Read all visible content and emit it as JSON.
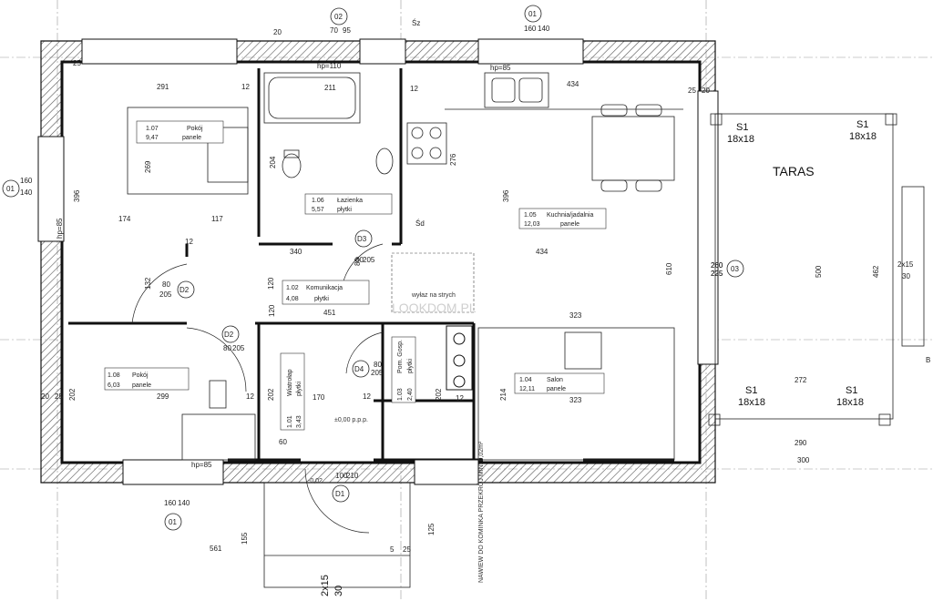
{
  "rooms": [
    {
      "id": "1.07",
      "name": "Pokój",
      "area": "9,47",
      "finish": "panele"
    },
    {
      "id": "1.06",
      "name": "Łazienka",
      "area": "5,57",
      "finish": "płytki"
    },
    {
      "id": "1.05",
      "name": "Kuchnia/jadalnia",
      "area": "12,03",
      "finish": "panele"
    },
    {
      "id": "1.02",
      "name": "Komunikacja",
      "area": "4,08",
      "finish": "płytki"
    },
    {
      "id": "1.08",
      "name": "Pokój",
      "area": "6,03",
      "finish": "panele"
    },
    {
      "id": "1.01",
      "name": "Wiatrołap",
      "area": "3,43",
      "finish": "płytki"
    },
    {
      "id": "1.03",
      "name": "Pom. Gosp.",
      "area": "2,40",
      "finish": "płytki"
    },
    {
      "id": "1.04",
      "name": "Salon",
      "area": "12,11",
      "finish": "panele"
    }
  ],
  "terrace": {
    "label": "TARAS"
  },
  "doors": [
    {
      "code": "D2",
      "w": "80",
      "h": "205"
    },
    {
      "code": "D3",
      "w": "80",
      "h": "205"
    },
    {
      "code": "D2",
      "w": "80",
      "h": "205"
    },
    {
      "code": "D4",
      "w": "80",
      "h": "205"
    },
    {
      "code": "D1",
      "w": "100",
      "h": "210"
    }
  ],
  "windows": [
    {
      "code": "01",
      "w": "160",
      "h": "140"
    },
    {
      "code": "02",
      "w": "70",
      "h": "95"
    },
    {
      "code": "01",
      "w": "160",
      "h": "140"
    },
    {
      "code": "03",
      "w": "260",
      "h": "225"
    },
    {
      "code": "01",
      "w": "160",
      "h": "140"
    }
  ],
  "posts": [
    "S1",
    "18x18",
    "S1",
    "18x18",
    "S1",
    "18x18",
    "S1",
    "18x18"
  ],
  "sill_heights": [
    "hp=110",
    "hp=85",
    "hp=85",
    "hp=85"
  ],
  "dimensions": [
    "20",
    "25",
    "291",
    "12",
    "211",
    "12",
    "434",
    "25",
    "20",
    "269",
    "204",
    "396",
    "276",
    "396",
    "174",
    "117",
    "340",
    "434",
    "610",
    "500",
    "462",
    "132",
    "120",
    "451",
    "323",
    "120",
    "80",
    "260",
    "225",
    "2x15",
    "30",
    "272",
    "202",
    "299",
    "12",
    "202",
    "170",
    "12",
    "214",
    "323",
    "20",
    "25",
    "290",
    "300",
    "60",
    "561",
    "155",
    "5",
    "25",
    "125",
    "12",
    "202",
    "12"
  ],
  "annotations": {
    "level": "±0,00 p.p.p.",
    "step": "-0,02",
    "exhaust": "wyłaz na strych",
    "chimney": "NAWIEW DO KOMINKA PRZEKRÓJ MIN. 0,02m²",
    "sz": "Śz",
    "sd": "Śd",
    "watermark": "LOOKDOM.PL",
    "stairs_left": "2x15",
    "stairs_left2": "30",
    "b": "B"
  }
}
